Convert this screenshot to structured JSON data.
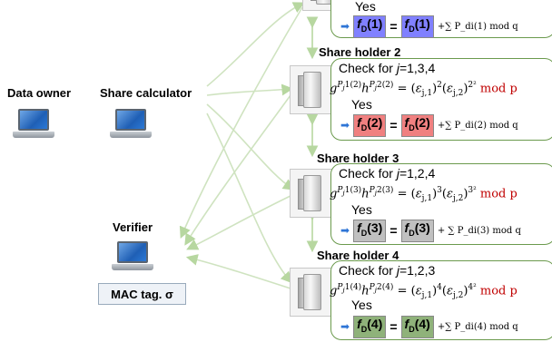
{
  "actors": {
    "data_owner": "Data owner",
    "share_calculator": "Share calculator",
    "verifier": "Verifier",
    "mac_tag": "MAC tag. σ"
  },
  "top_partial": {
    "yes": "Yes",
    "f_label": "f",
    "sub": "D",
    "arg": "(1)",
    "plus_term": "+∑ P_di(1) mod q"
  },
  "share_holders": [
    {
      "title": "Share holder 2",
      "check_prefix": "Check for ",
      "check_var": "j",
      "check_set": "=1,3,4",
      "formula": "g^{P_j1(2)} h^{P_j2(2)} = (ε_j,1)^2 (ε_j,2)^{2^2}",
      "mod": "mod p",
      "yes": "Yes",
      "f_label": "f",
      "sub": "D",
      "arg": "(2)",
      "plus_term": "+∑ P_di(2) mod q",
      "color": "#f08080"
    },
    {
      "title": "Share holder 3",
      "check_prefix": "Check for ",
      "check_var": "j",
      "check_set": "=1,2,4",
      "formula": "g^{P_j1(3)} h^{P_j2(3)} = (ε_j,1)^3 (ε_j,2)^{3^2}",
      "mod": "mod p",
      "yes": "Yes",
      "f_label": "f",
      "sub": "D",
      "arg": "(3)",
      "plus_term": "+ ∑ P_di(3) mod q",
      "color": "#c0c0c0"
    },
    {
      "title": "Share holder 4",
      "check_prefix": "Check for ",
      "check_var": "j",
      "check_set": "=1,2,3",
      "formula": "g^{P_j1(4)} h^{P_j2(4)} = (ε_j,1)^4 (ε_j,2)^{4^2}",
      "mod": "mod p",
      "yes": "Yes",
      "f_label": "f",
      "sub": "D",
      "arg": "(4)",
      "plus_term": "+∑ P_di(4) mod q",
      "color": "#8fb27a"
    }
  ],
  "colors": {
    "panel_border": "#6b9a4d",
    "mod_text": "#c00000",
    "fbox_top": "#7f7fff",
    "link_arrows": "#b7d7a0"
  }
}
